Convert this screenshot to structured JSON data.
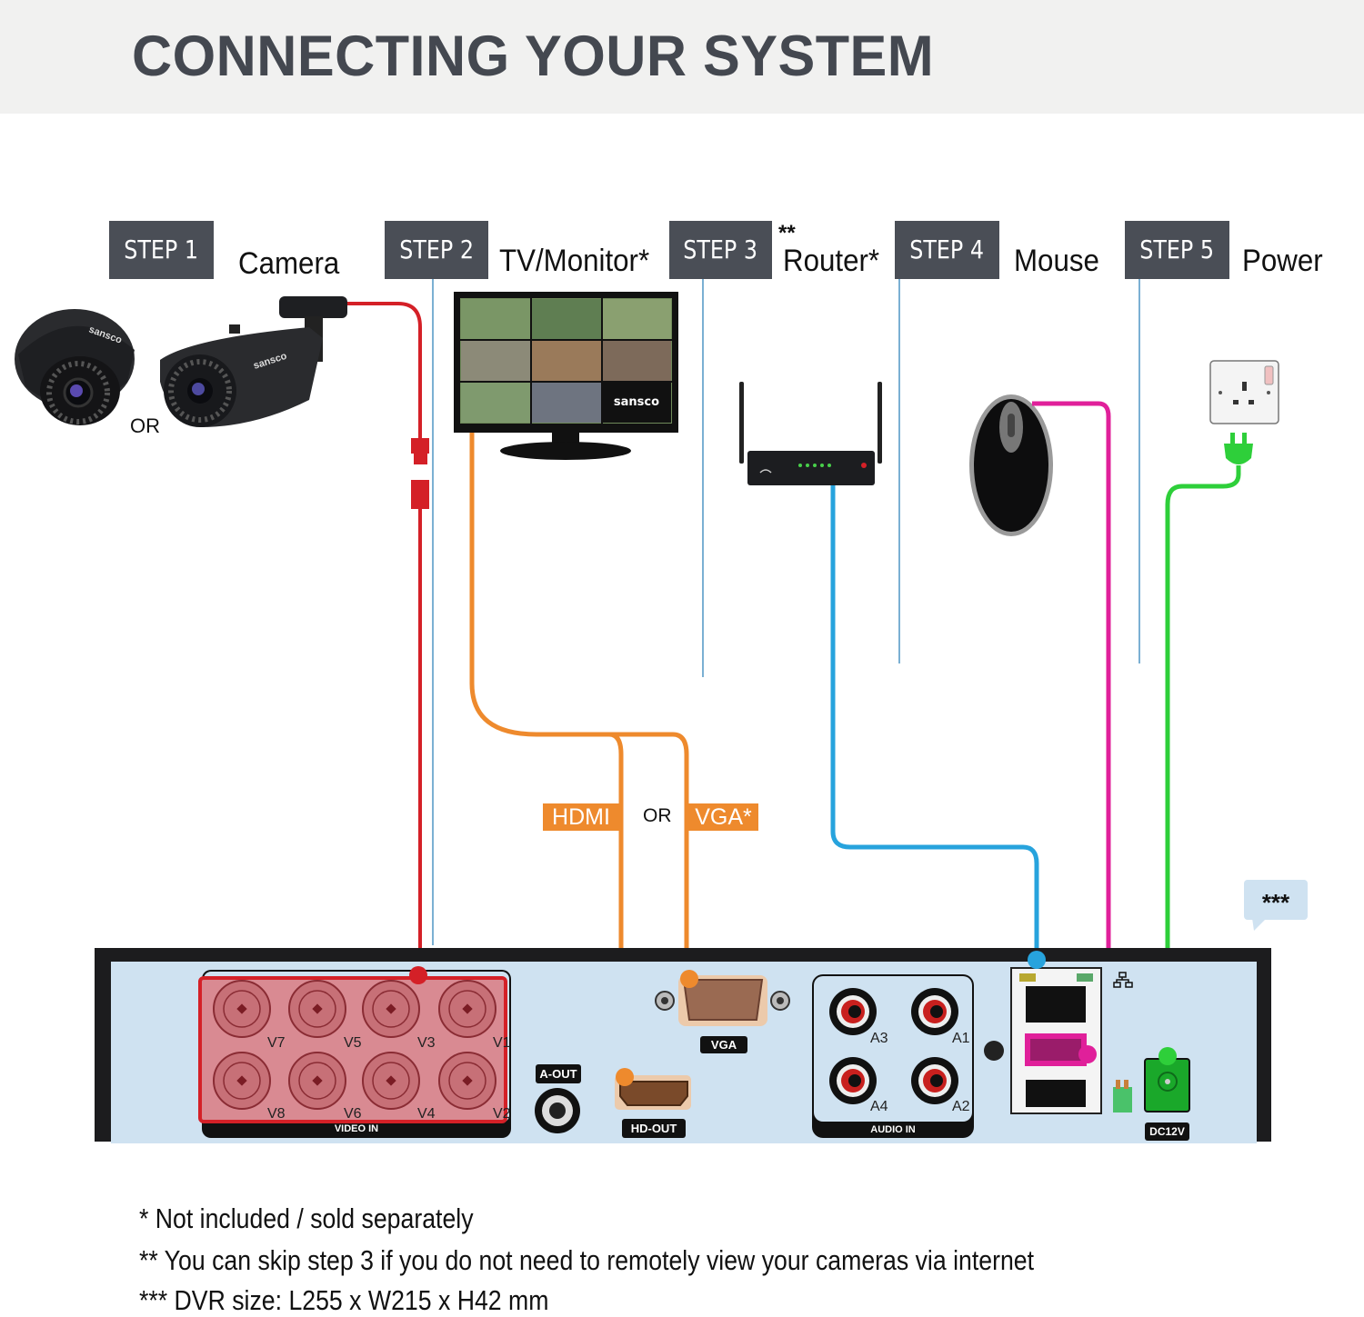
{
  "header": {
    "title": "CONNECTING YOUR SYSTEM"
  },
  "steps": [
    {
      "label": "STEP 1",
      "device": "Camera"
    },
    {
      "label": "STEP 2",
      "device": "TV/Monitor*"
    },
    {
      "label": "STEP 3",
      "device": "Router*",
      "superscript": "**"
    },
    {
      "label": "STEP 4",
      "device": "Mouse"
    },
    {
      "label": "STEP 5",
      "device": "Power"
    }
  ],
  "devices": {
    "camera_or": "OR",
    "camera_brand": "sansco",
    "monitor_brand": "sansco"
  },
  "video_output": {
    "hdmi_tag": "HDMI",
    "or_label": "OR",
    "vga_tag": "VGA*"
  },
  "dimension_bubble": "***",
  "dvr": {
    "video_in_label": "VIDEO IN",
    "video_channels_top": [
      "V7",
      "V5",
      "V3",
      "V1"
    ],
    "video_channels_bottom": [
      "V8",
      "V6",
      "V4",
      "V2"
    ],
    "a_out_label": "A-OUT",
    "hd_out_label": "HD-OUT",
    "vga_label": "VGA",
    "audio_in_label": "AUDIO IN",
    "audio_channels_top": [
      "A3",
      "A1"
    ],
    "audio_channels_bottom": [
      "A4",
      "A2"
    ],
    "network_icon": "network-icon",
    "power_label": "DC12V"
  },
  "cable_colors": {
    "camera": "#d42027",
    "monitor": "#ee8a2d",
    "router": "#27a3dd",
    "mouse": "#e0209a",
    "power": "#2ecf3a",
    "guide": "#5a9cc8"
  },
  "notes": [
    "* Not included / sold separately",
    "** You can skip step 3 if you do not need to remotely view your cameras via internet",
    "*** DVR size: L255 x W215 x H42 mm"
  ]
}
